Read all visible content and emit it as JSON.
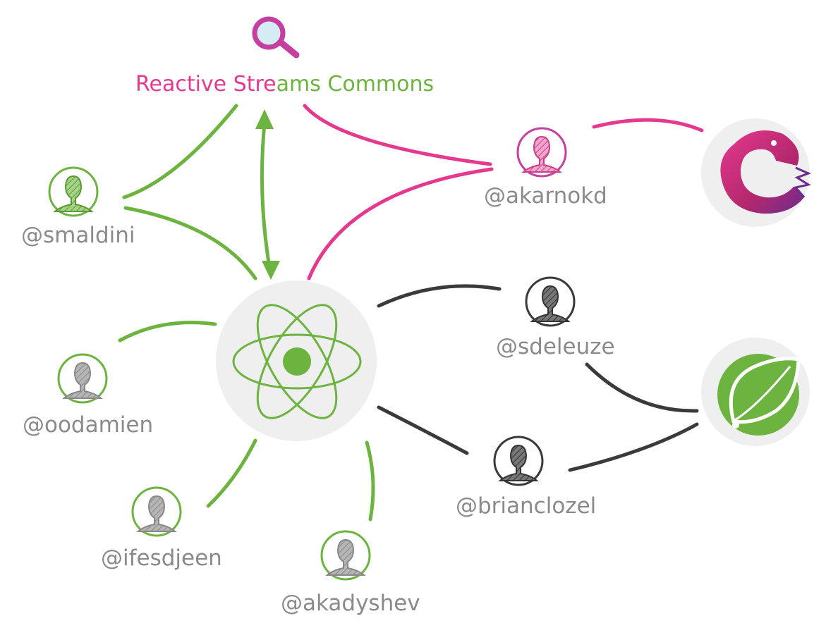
{
  "title": {
    "part1": "Reactive Stre",
    "part2": "ams Commons"
  },
  "handles": {
    "smaldini": "@smaldini",
    "oodamien": "@oodamien",
    "ifesdjeen": "@ifesdjeen",
    "akadyshev": "@akadyshev",
    "akarnokd": "@akarnokd",
    "sdeleuze": "@sdeleuze",
    "brianclozel": "@brianclozel"
  },
  "colors": {
    "green": "#6cb33f",
    "pink": "#e5398f",
    "dark": "#3a3a3a",
    "circle_bg": "#efefef",
    "avatar_gray": "#a7a7a7"
  },
  "icons": {
    "title": "magnifier-icon",
    "center": "reactor-atom-icon",
    "rx": "reactivex-eel-icon",
    "spring": "spring-leaf-icon"
  }
}
